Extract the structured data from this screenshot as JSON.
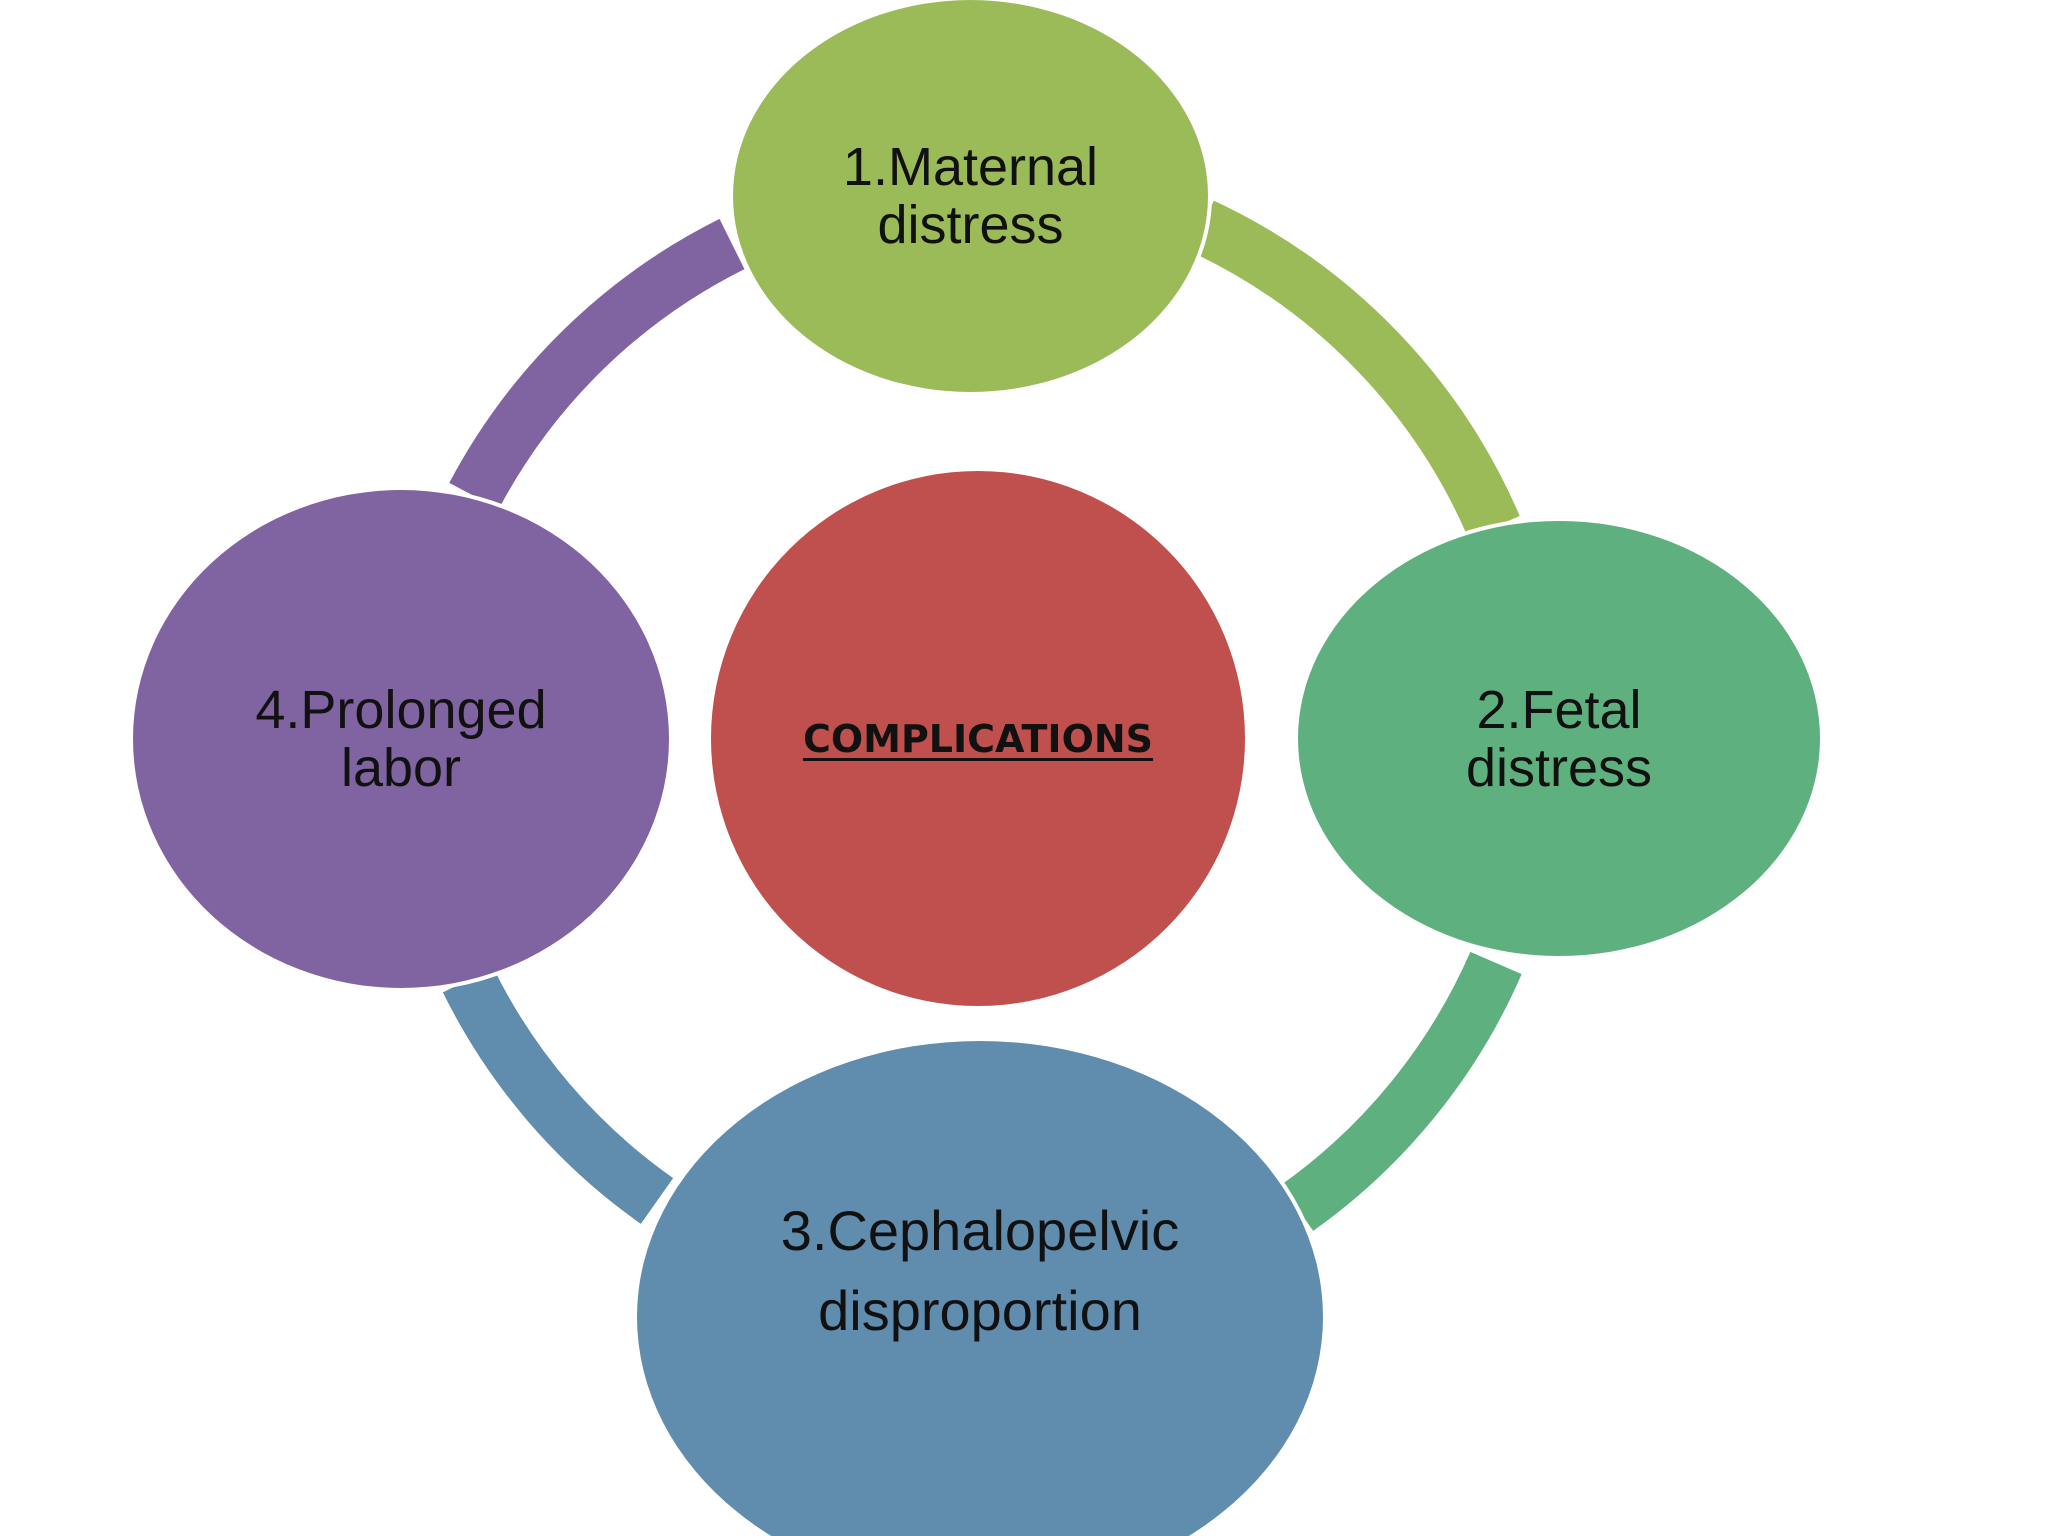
{
  "center": {
    "label": "COMPLICATIONS",
    "color": "#C0504D"
  },
  "nodes": [
    {
      "lines": [
        "1.Maternal",
        "distress"
      ],
      "color": "#9BBB59"
    },
    {
      "lines": [
        "2.Fetal",
        "distress"
      ],
      "color": "#5EB17F"
    },
    {
      "lines": [
        "3.Cephalopelvic",
        "disproportion"
      ],
      "color": "#608CAE"
    },
    {
      "lines": [
        "4.Prolonged",
        "labor"
      ],
      "color": "#8064A2"
    }
  ]
}
